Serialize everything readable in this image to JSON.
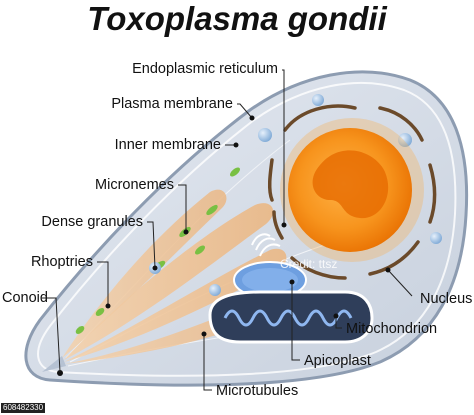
{
  "title": "Toxoplasma gondii",
  "labels": {
    "endoplasmic_reticulum": "Endoplasmic reticulum",
    "plasma_membrane": "Plasma membrane",
    "inner_membrane": "Inner membrane",
    "micronemes": "Micronemes",
    "dense_granules": "Dense granules",
    "rhoptries": "Rhoptries",
    "conoid": "Conoid",
    "nucleus": "Nucleus",
    "mitochondrion": "Mitochondrion",
    "apicoplast": "Apicoplast",
    "microtubules": "Microtubules"
  },
  "watermark": {
    "credit": "Credit: ttsz",
    "image_id": "608482330"
  },
  "colors": {
    "cell_fill": "#d5dde8",
    "cell_outline": "#8d9cb1",
    "nucleus_fill": "#f7941d",
    "nucleus_dark": "#e65c00",
    "rhoptry": "#f1c79a",
    "microneme": "#79c043",
    "granule": "#8fb7e0",
    "apicoplast": "#6e9fe0",
    "mitochondrion": "#4f79c8",
    "er": "#6b4a2a"
  }
}
